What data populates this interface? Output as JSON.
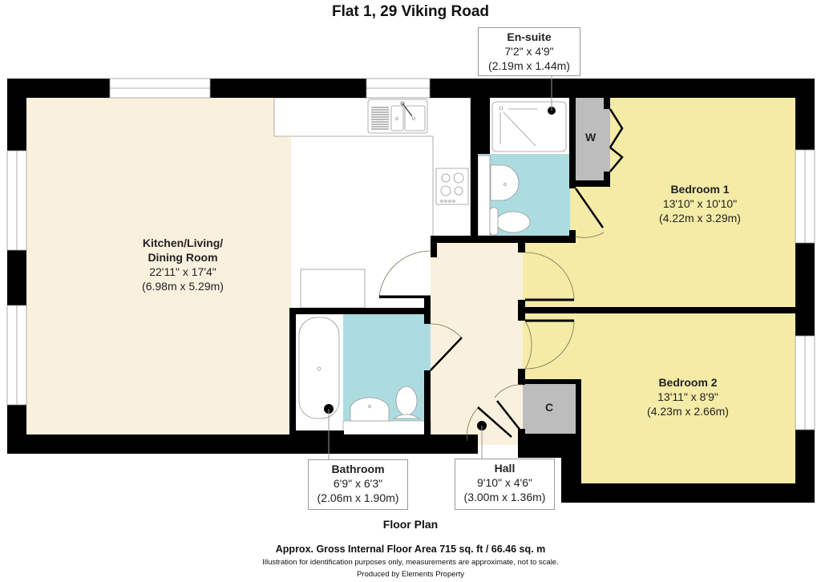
{
  "title": "Flat 1, 29 Viking Road",
  "colors": {
    "wall": "#000000",
    "living_floor": "#FAF0DE",
    "bedroom_floor": "#F4EBA6",
    "wet_room_floor": "#ADDCE0",
    "storage_floor": "#BDBDBD",
    "fixtures": "#FFFFFF"
  },
  "rooms": [
    {
      "id": "kitchen",
      "name_line1": "Kitchen/Living/",
      "name_line2": "Dining Room",
      "imperial": "22'11\" x 17'4\"",
      "metric": "(6.98m x 5.29m)"
    },
    {
      "id": "bedroom1",
      "name": "Bedroom 1",
      "imperial": "13'10\" x 10'10\"",
      "metric": "(4.22m x 3.29m)"
    },
    {
      "id": "bedroom2",
      "name": "Bedroom 2",
      "imperial": "13'11\" x 8'9\"",
      "metric": "(4.23m x 2.66m)"
    },
    {
      "id": "ensuite",
      "name": "En-suite",
      "imperial": "7'2\" x 4'9\"",
      "metric": "(2.19m x 1.44m)"
    },
    {
      "id": "bathroom",
      "name": "Bathroom",
      "imperial": "6'9\" x 6'3\"",
      "metric": "(2.06m x 1.90m)"
    },
    {
      "id": "hall",
      "name": "Hall",
      "imperial": "9'10\" x 4'6\"",
      "metric": "(3.00m x 1.36m)"
    }
  ],
  "storage_tags": {
    "wardrobe": "W",
    "cupboard": "C"
  },
  "footer": {
    "plan_title": "Floor Plan",
    "area": "Approx. Gross Internal Floor Area 715 sq. ft / 66.46 sq. m",
    "disclaimer": "Illustration for identification purposes only, measurements are approximate, not to scale.",
    "credit": "Produced by Elements Property"
  }
}
